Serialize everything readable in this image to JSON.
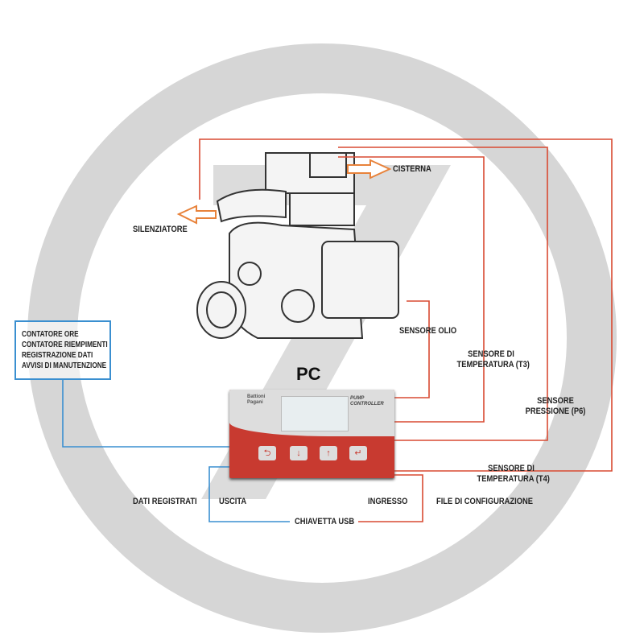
{
  "title": "PC",
  "labels": {
    "cisterna": "CISTERNA",
    "silenziatore": "SILENZIATORE",
    "sensore_olio": "SENSORE OLIO",
    "sensore_t3": [
      "SENSORE DI",
      "TEMPERATURA (T3)"
    ],
    "sensore_p6": [
      "SENSORE",
      "PRESSIONE (P6)"
    ],
    "sensore_t4": [
      "SENSORE DI",
      "TEMPERATURA (T4)"
    ],
    "dati_registrati": "DATI REGISTRATI",
    "uscita": "USCITA",
    "ingresso": "INGRESSO",
    "file_config": "FILE DI CONFIGURAZIONE",
    "chiavetta": "CHIAVETTA USB"
  },
  "info_box": [
    "CONTATORE ORE",
    "CONTATORE RIEMPIMENTI",
    "REGISTRAZIONE DATI",
    "AVVISI DI MANUTENZIONE"
  ],
  "controller": {
    "brand": [
      "Battioni",
      "Pagani"
    ],
    "model": [
      "PUMP",
      "CONTROLLER"
    ],
    "buttons": [
      "reset",
      "down",
      "up",
      "enter"
    ]
  },
  "colors": {
    "red": "#d94a32",
    "blue": "#3a8fd0",
    "orange": "#e8823a",
    "watermark": "#d6d6d6"
  }
}
